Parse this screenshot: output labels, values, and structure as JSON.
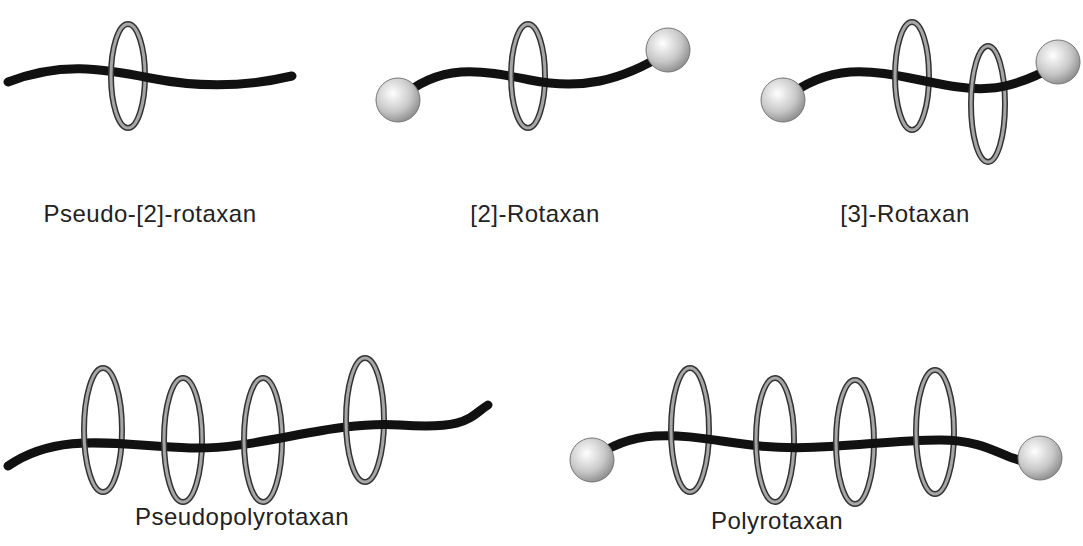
{
  "diagram": {
    "labels": [
      "Pseudo-[2]-rotaxan",
      "[2]-Rotaxan",
      "[3]-Rotaxan",
      "Pseudopolyrotaxan",
      "Polyrotaxan"
    ]
  }
}
